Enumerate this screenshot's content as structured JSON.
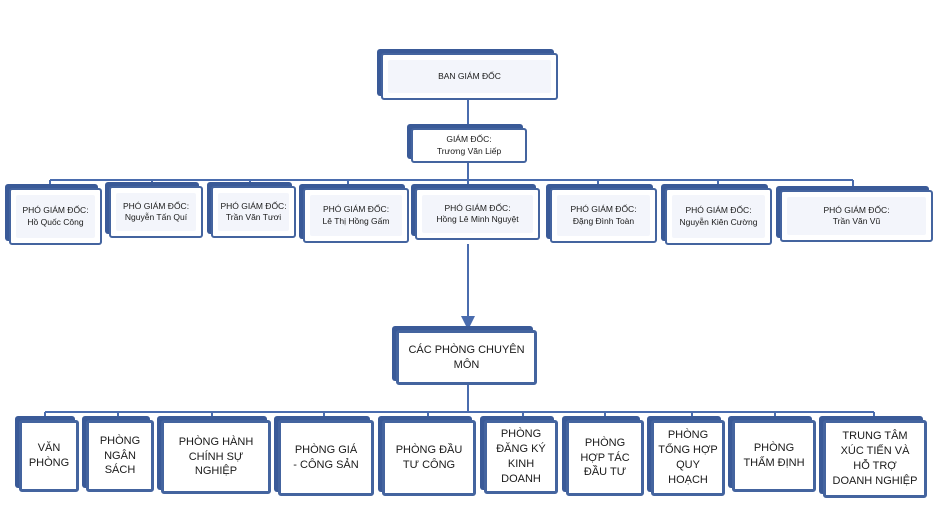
{
  "board": {
    "label": "BAN GIÁM ĐỐC"
  },
  "director": {
    "title": "GIÁM ĐỐC:",
    "name": "Trương Văn Liếp"
  },
  "deputies": [
    {
      "title": "PHÓ GIÁM ĐỐC:",
      "name": "Hồ Quốc Công"
    },
    {
      "title": "PHÓ GIÁM ĐỐC:",
      "name": "Nguyễn Tấn Quí"
    },
    {
      "title": "PHÓ GIÁM ĐỐC:",
      "name": "Trần Văn Tươi"
    },
    {
      "title": "PHÓ GIÁM ĐỐC:",
      "name": "Lê Thị Hồng Gấm"
    },
    {
      "title": "PHÓ GIÁM ĐỐC:",
      "name": "Hồng Lê Minh Nguyệt"
    },
    {
      "title": "PHÓ GIÁM ĐỐC:",
      "name": "Đặng Đình Toàn"
    },
    {
      "title": "PHÓ GIÁM ĐỐC:",
      "name": "Nguyễn Kiên Cường"
    },
    {
      "title": "PHÓ GIÁM ĐỐC:",
      "name": "Trần Văn Vũ"
    }
  ],
  "departments_group": {
    "label": "CÁC PHÒNG CHUYÊN MÔN"
  },
  "departments": [
    {
      "label": "VĂN PHÒNG"
    },
    {
      "label": "PHÒNG NGÂN SÁCH"
    },
    {
      "label": "PHÒNG HÀNH CHÍNH SỰ NGHIỆP"
    },
    {
      "label": "PHÒNG GIÁ - CÔNG SẢN"
    },
    {
      "label": "PHÒNG ĐẦU TƯ CÔNG"
    },
    {
      "label": "PHÒNG ĐĂNG KÝ KINH DOANH"
    },
    {
      "label": "PHÒNG HỢP TÁC ĐẦU TƯ"
    },
    {
      "label": "PHÒNG TỔNG HỢP QUY HOẠCH"
    },
    {
      "label": "PHÒNG THẨM ĐỊNH"
    },
    {
      "label": "TRUNG TÂM XÚC TIẾN VÀ HỖ TRỢ DOANH NGHIỆP"
    }
  ]
}
